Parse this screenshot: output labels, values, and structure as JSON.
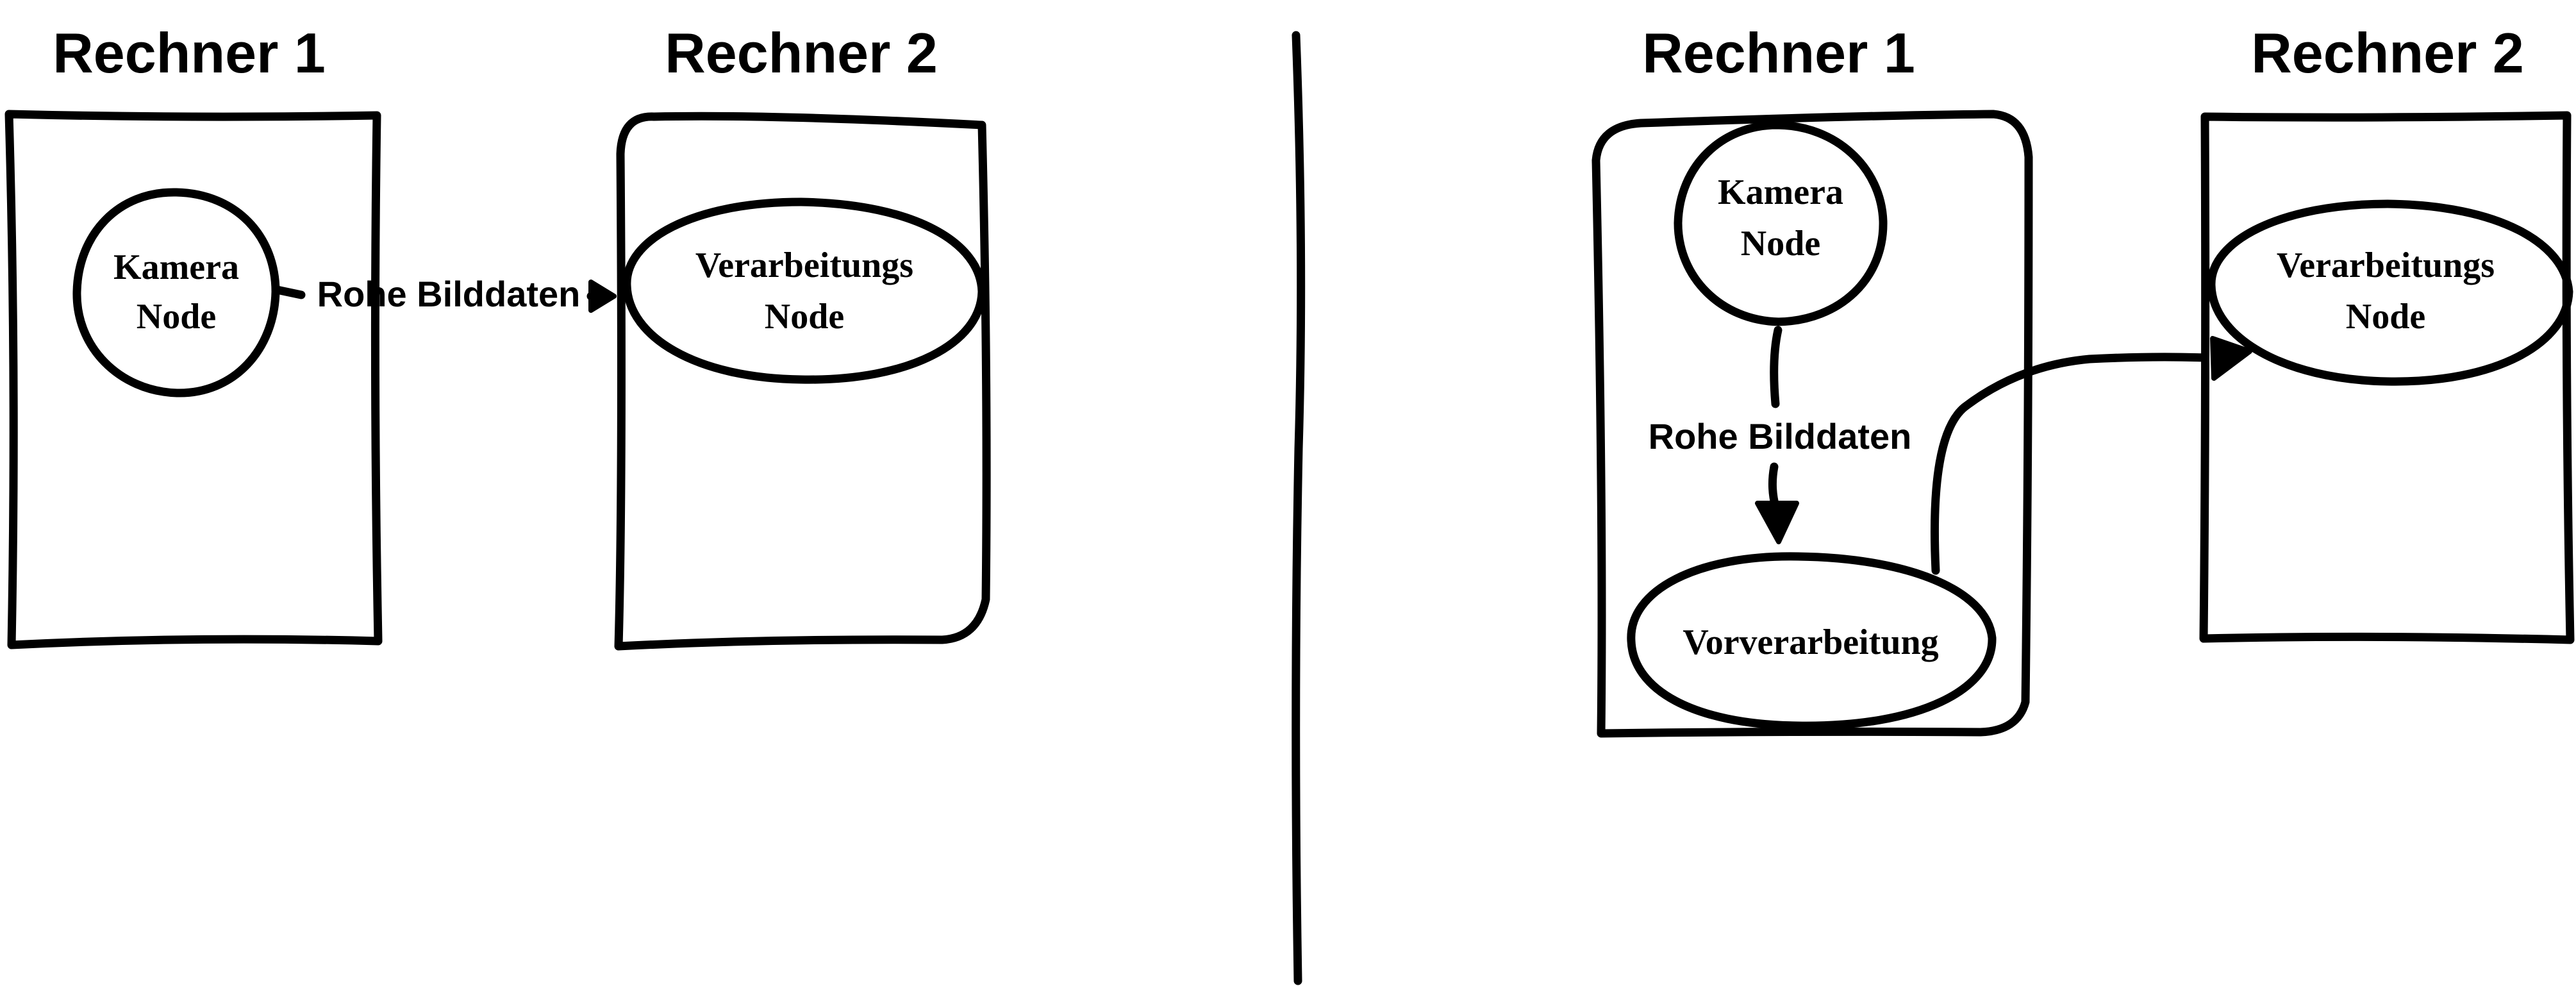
{
  "left": {
    "machine1": {
      "title": "Rechner 1",
      "camera_node": [
        "Kamera",
        "Node"
      ]
    },
    "machine2": {
      "title": "Rechner 2",
      "processing_node": [
        "Verarbeitungs",
        "Node"
      ]
    },
    "edge_label": "Rohe Bilddaten"
  },
  "right": {
    "machine1": {
      "title": "Rechner 1",
      "camera_node": [
        "Kamera",
        "Node"
      ],
      "preprocessing_node": "Vorverarbeitung"
    },
    "machine2": {
      "title": "Rechner 2",
      "processing_node": [
        "Verarbeitungs",
        "Node"
      ]
    },
    "edge_label": "Rohe Bilddaten"
  },
  "colors": {
    "ink": "#000000",
    "background": "#ffffff"
  }
}
